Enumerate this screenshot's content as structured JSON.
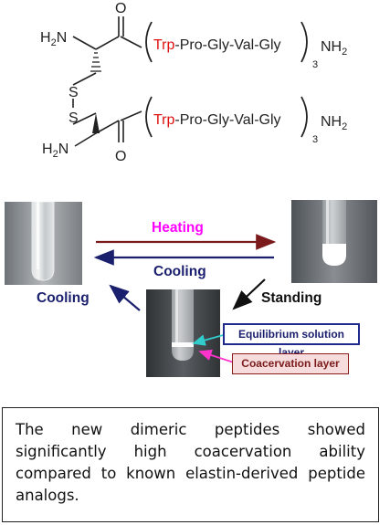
{
  "structure": {
    "amine": "H2N",
    "amine_h": "H",
    "amine_sub": "2",
    "amine_n": "N",
    "oxygen": "O",
    "sulfur": "S",
    "residue_trp": "Trp",
    "sequence_rest": "-Pro-Gly-Val-Gly",
    "repeat": "3",
    "terminal": "NH2",
    "terminal_nh": "NH",
    "terminal_sub": "2"
  },
  "diagram": {
    "heating_label": "Heating",
    "cooling_label_top": "Cooling",
    "cooling_label_left": "Cooling",
    "standing_label": "Standing",
    "equilibrium_label": "Equilibrium solution layer",
    "coacervation_label": "Coacervation layer",
    "colors": {
      "heating": "#ff00ff",
      "cooling": "#1a1f6e",
      "heating_arrow": "#7b1a1a",
      "equilibrium_border": "#1f2a8c",
      "coacervation_border": "#8a1c1c",
      "coacervation_fill": "#f6dcdc",
      "equilibrium_pointer": "#33cccc",
      "coacervation_pointer": "#ff33cc"
    }
  },
  "summary": {
    "text": "The new dimeric peptides showed significantly high coacervation ability compared to known elastin-derived peptide analogs."
  }
}
